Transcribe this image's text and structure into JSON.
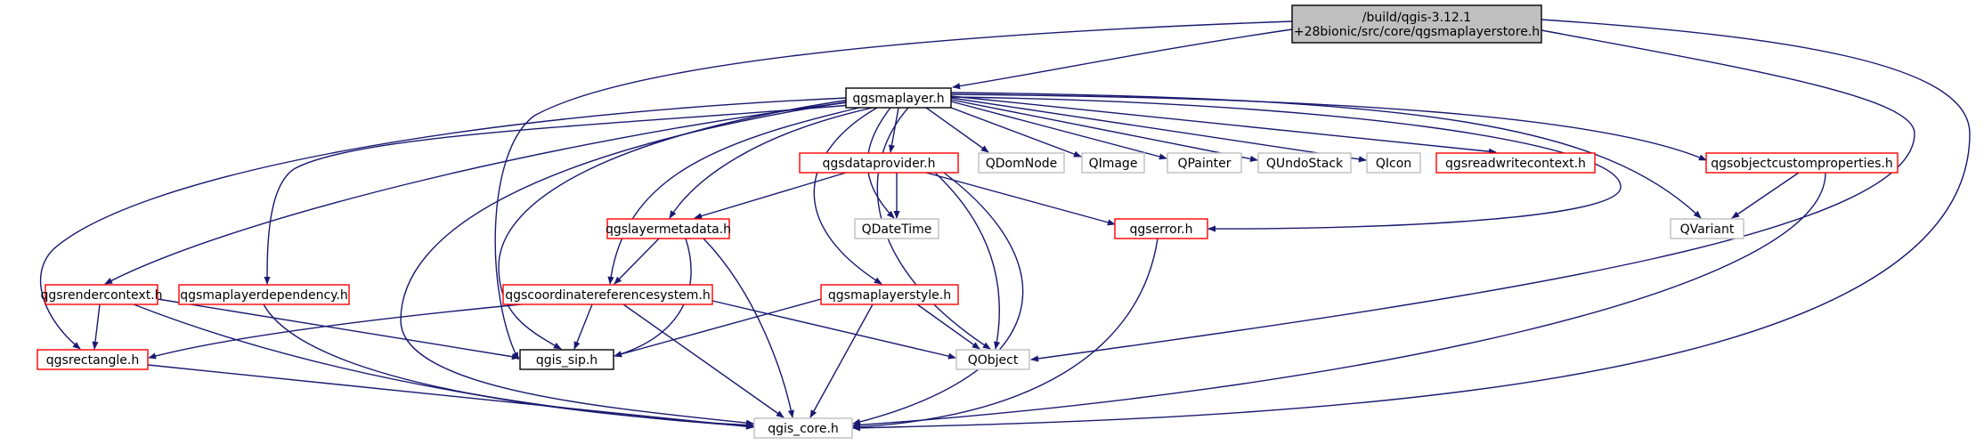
{
  "colors": {
    "edge": "#191970",
    "edge_arrow": "#191970",
    "highlight_fill": "#bfbfbf",
    "red_border": "#ff0000",
    "gray_border": "#bfbfbf",
    "black_border": "#000000",
    "background": "#ffffff"
  },
  "nodes": {
    "root": [
      "/build/qgis-3.12.1",
      "+28bionic/src/core/qgsmaplayerstore.h"
    ],
    "qgsmaplayer": [
      "qgsmaplayer.h"
    ],
    "qgsrendercontext": [
      "qgsrendercontext.h"
    ],
    "qgsmaplayerdependency": [
      "qgsmaplayerdependency.h"
    ],
    "qgslayermetadata": [
      "qgslayermetadata.h"
    ],
    "qgscoordinatereferencesystem": [
      "qgscoordinatereferencesystem.h"
    ],
    "qgsdataprovider": [
      "qgsdataprovider.h"
    ],
    "qdatetime": [
      "QDateTime"
    ],
    "qdomnode": [
      "QDomNode"
    ],
    "qimage": [
      "QImage"
    ],
    "qpainter": [
      "QPainter"
    ],
    "qundostack": [
      "QUndoStack"
    ],
    "qicon": [
      "QIcon"
    ],
    "qgsreadwritecontext": [
      "qgsreadwritecontext.h"
    ],
    "qgsobjectcustomproperties": [
      "qgsobjectcustomproperties.h"
    ],
    "qvariant": [
      "QVariant"
    ],
    "qgserror": [
      "qgserror.h"
    ],
    "qgsmaplayerstyle": [
      "qgsmaplayerstyle.h"
    ],
    "qobject": [
      "QObject"
    ],
    "qgsrectangle": [
      "qgsrectangle.h"
    ],
    "qgis_sip": [
      "qgis_sip.h"
    ],
    "qgis_core": [
      "qgis_core.h"
    ]
  }
}
